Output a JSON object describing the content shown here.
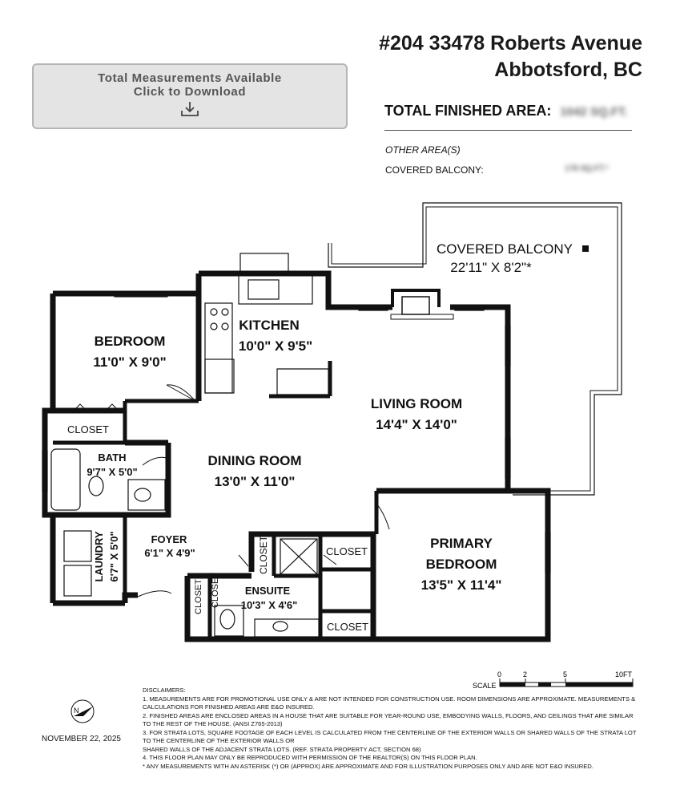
{
  "download": {
    "line1": "Total Measurements Available",
    "line2": "Click to Download",
    "icon": "download-icon"
  },
  "address": {
    "line1": "#204 33478 Roberts Avenue",
    "line2": "Abbotsford, BC"
  },
  "area": {
    "total_label": "TOTAL FINISHED AREA:",
    "total_value": "1042 SQ.FT.",
    "other_label": "OTHER AREA(S)",
    "balcony_label": "COVERED BALCONY:",
    "balcony_value": "178 SQ.FT.*"
  },
  "rooms": {
    "balcony": {
      "name": "COVERED BALCONY",
      "dims": "22'11\" X 8'2\"*"
    },
    "kitchen": {
      "name": "KITCHEN",
      "dims": "10'0\" X 9'5\""
    },
    "bedroom": {
      "name": "BEDROOM",
      "dims": "11'0\" X 9'0\""
    },
    "living": {
      "name": "LIVING ROOM",
      "dims": "14'4\" X 14'0\""
    },
    "closet1": {
      "name": "CLOSET"
    },
    "bath": {
      "name": "BATH",
      "dims": "9'7\" X 5'0\""
    },
    "dining": {
      "name": "DINING ROOM",
      "dims": "13'0\" X 11'0\""
    },
    "foyer": {
      "name": "FOYER",
      "dims": "6'1\" X 4'9\""
    },
    "laundry": {
      "name": "LAUNDRY",
      "dims": "6'7\" X 5'0\""
    },
    "closet2": {
      "name": "CLOSET"
    },
    "closet3": {
      "name": "CLOSET"
    },
    "closet4": {
      "name": "CLOSET"
    },
    "closet5": {
      "name": "CLOSET"
    },
    "closet6": {
      "name": "CLOSET"
    },
    "ensuite": {
      "name": "ENSUITE",
      "dims": "10'3\" X 4'6\""
    },
    "primary": {
      "name1": "PRIMARY",
      "name2": "BEDROOM",
      "dims": "13'5\" X 11'4\""
    }
  },
  "scale": {
    "label": "SCALE",
    "ticks": [
      "0",
      "2",
      "5",
      "10FT"
    ]
  },
  "date": "NOVEMBER 22, 2025",
  "disclaimers": [
    "DISCLAIMERS:",
    "1. MEASUREMENTS ARE FOR PROMOTIONAL USE ONLY & ARE NOT INTENDED FOR CONSTRUCTION USE. ROOM DIMENSIONS ARE APPROXIMATE. MEASUREMENTS & CALCULATIONS FOR FINISHED AREAS ARE E&O INSURED.",
    "2. FINISHED AREAS ARE ENCLOSED AREAS IN A HOUSE THAT ARE SUITABLE FOR YEAR-ROUND USE, EMBODYING WALLS, FLOORS, AND CEILINGS THAT ARE SIMILAR TO THE REST OF THE HOUSE. (ANSI Z765-2013)",
    "3. FOR STRATA LOTS, SQUARE FOOTAGE OF EACH LEVEL IS CALCULATED FROM THE CENTERLINE OF THE EXTERIOR WALLS OR SHARED WALLS OF THE STRATA LOT TO THE CENTERLINE OF THE EXTERIOR WALLS OR",
    "SHARED WALLS OF THE ADJACENT STRATA LOTS. (REF. STRATA PROPERTY ACT, SECTION 68)",
    "4. THIS FLOOR PLAN MAY ONLY BE REPRODUCED WITH PERMISSION OF THE REALTOR(S) ON THIS FLOOR PLAN.",
    "* ANY MEASUREMENTS WITH AN ASTERISK (*) OR (APPROX) ARE APPROXIMATE AND FOR ILLUSTRATION PURPOSES ONLY AND ARE NOT E&O INSURED."
  ],
  "north": "N"
}
